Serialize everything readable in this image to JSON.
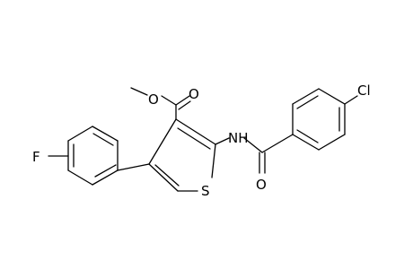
{
  "colors": {
    "background": "#ffffff",
    "bond": "#000000",
    "label": "#000000"
  },
  "molecule": {
    "atoms": [
      {
        "id": "F",
        "label": "F"
      },
      {
        "id": "S",
        "label": "S"
      },
      {
        "id": "NH",
        "label": "NH"
      },
      {
        "id": "Cl",
        "label": "Cl"
      },
      {
        "id": "O1",
        "label": "O"
      },
      {
        "id": "O2",
        "label": "O"
      },
      {
        "id": "O3",
        "label": "O"
      }
    ]
  }
}
